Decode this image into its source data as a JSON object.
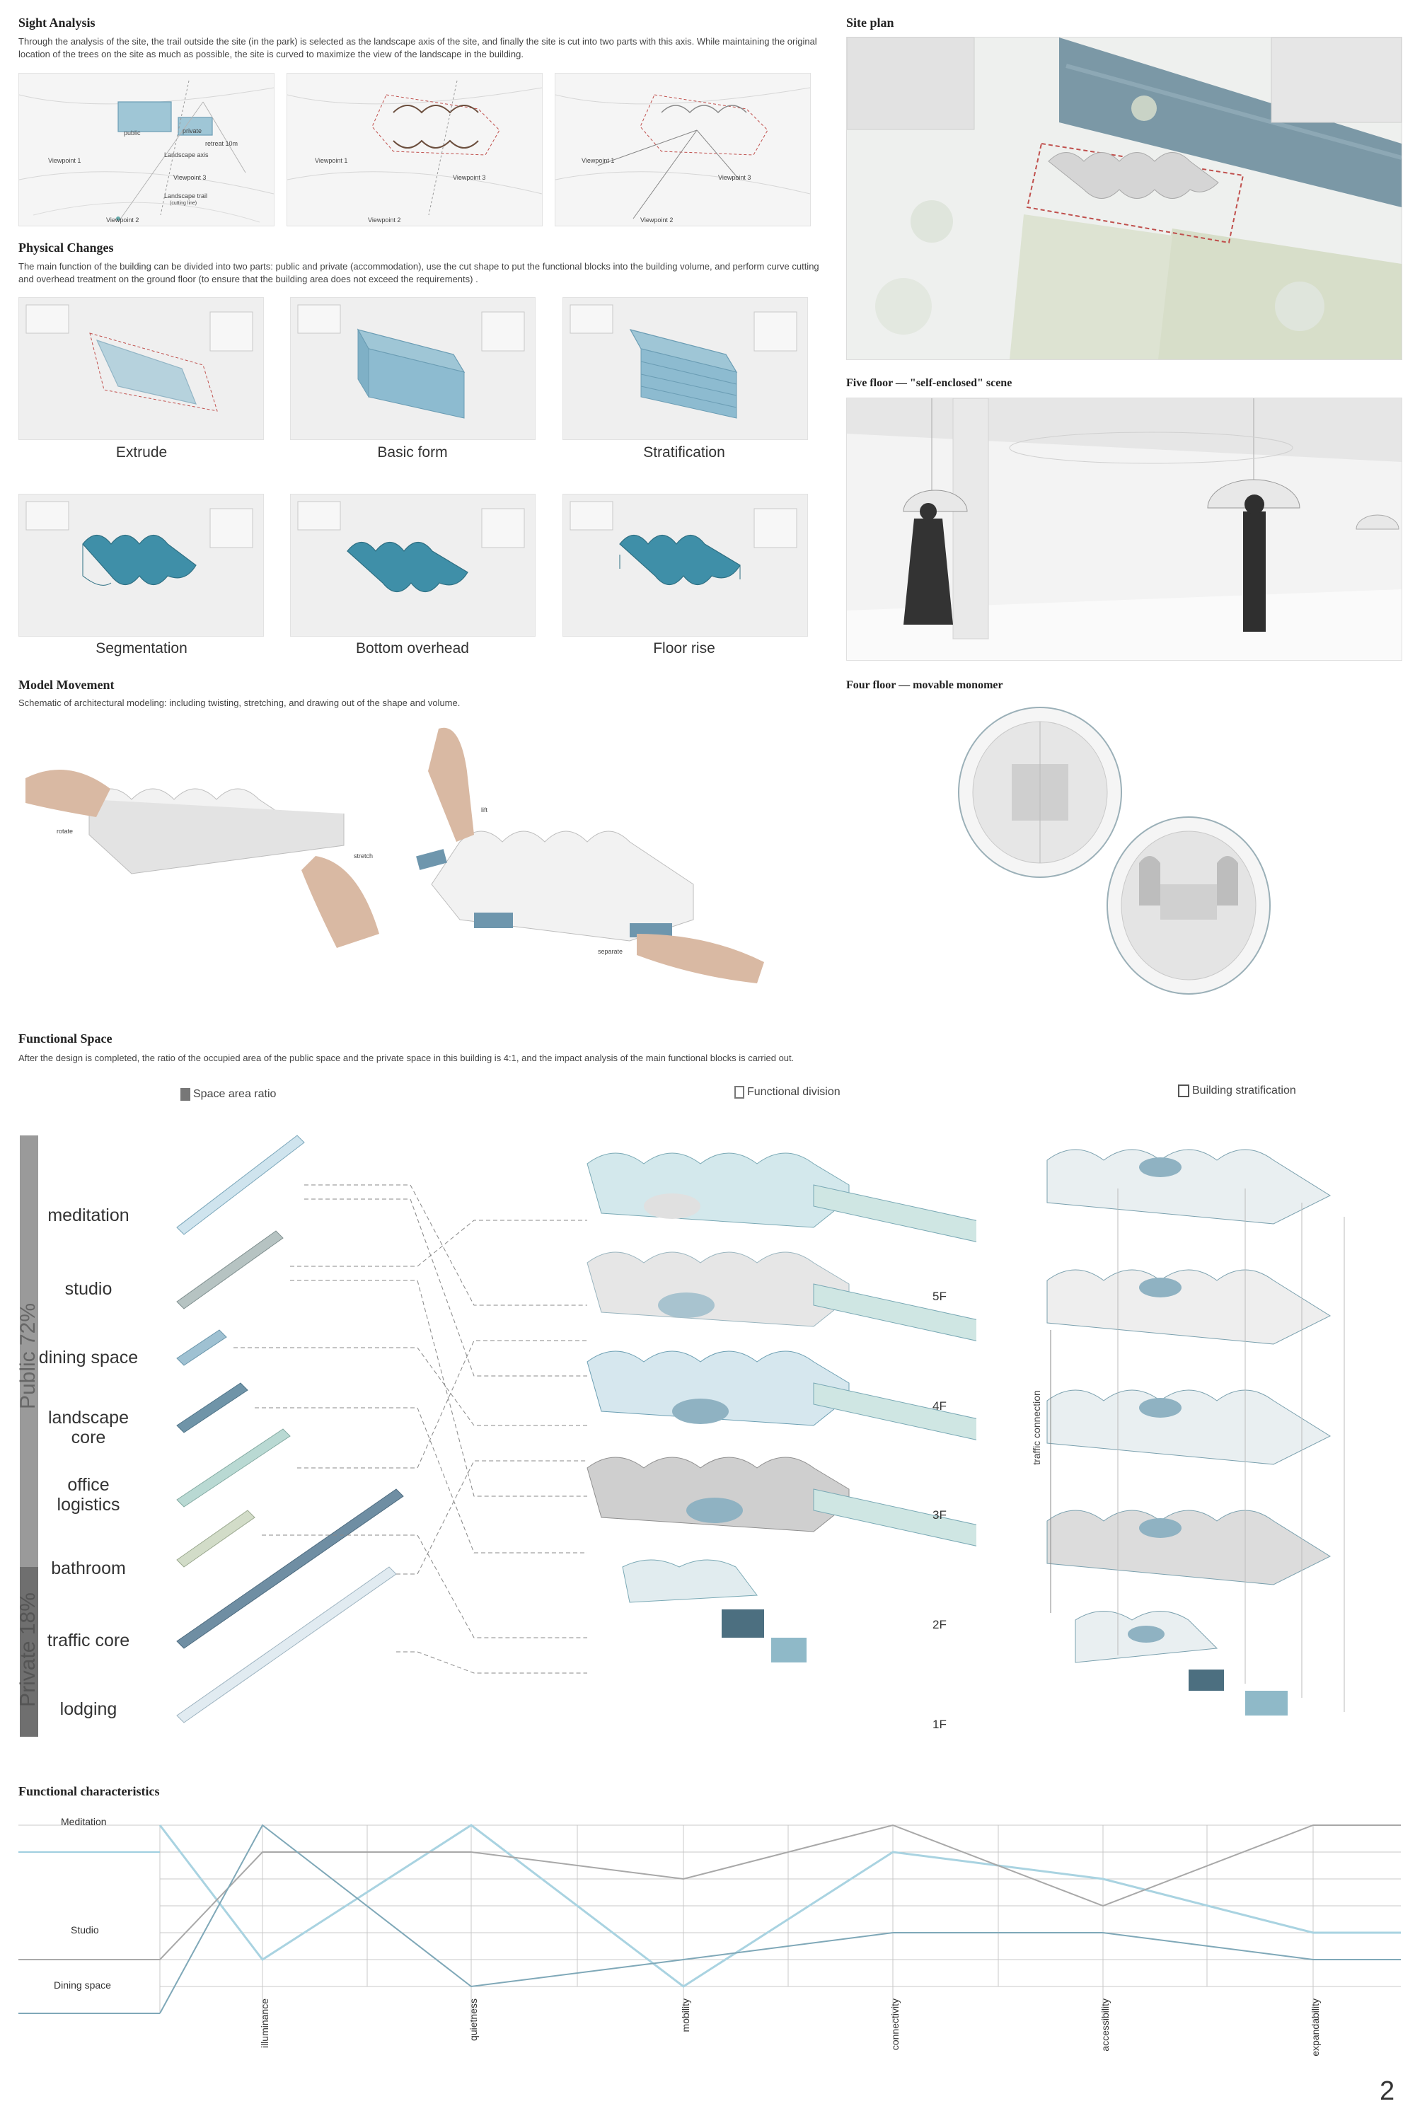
{
  "sight": {
    "title": "Sight Analysis",
    "desc": "Through the analysis of the site, the trail outside the site (in the park) is selected as the landscape axis of the site, and finally the site is cut into two parts with this axis. While maintaining the original location of the trees on the site as much as possible, the site is curved to maximize the view of the landscape in the building.",
    "labels": {
      "public": "public",
      "private": "private",
      "retreat": "retreat 10m",
      "axis": "Landscape axis",
      "trail": "Landscape trail",
      "trail_sub": "(cutting line)",
      "vp1": "Viewpoint 1",
      "vp2": "Viewpoint 2",
      "vp3": "Viewpoint 3"
    }
  },
  "physical": {
    "title": "Physical Changes",
    "desc": "The main function of the building can be divided into two parts: public and private (accommodation), use the cut shape to put the functional blocks into the building volume, and perform curve cutting and overhead treatment on the ground floor (to ensure that the building area does not exceed the requirements) .",
    "steps": [
      "Extrude",
      "Basic form",
      "Stratification",
      "Segmentation",
      "Bottom overhead",
      "Floor rise"
    ]
  },
  "model": {
    "title": "Model Movement",
    "desc": "Schematic of architectural modeling: including twisting, stretching, and drawing out of the shape and volume.",
    "labels": {
      "rotate": "rotate",
      "stretch": "stretch",
      "lift": "lift",
      "separate": "separate"
    }
  },
  "site_plan": {
    "title": "Site plan"
  },
  "five_floor": {
    "title": "Five floor — \"self-enclosed\" scene"
  },
  "four_floor": {
    "title": "Four floor — movable monomer"
  },
  "functional": {
    "title": "Functional Space",
    "desc": "After the design is completed, the ratio of the occupied area of the public space and the private space in this building is 4:1, and the impact analysis of the main functional blocks is carried out.",
    "legend_ratio": "Space area ratio",
    "legend_division": "Functional division",
    "legend_strat": "Building stratification",
    "public_label": "Public  72%",
    "private_label": "Private  18%",
    "items": [
      "meditation",
      "studio",
      "dining space",
      "landscape core",
      "office logistics",
      "bathroom",
      "traffic core",
      "lodging"
    ],
    "floors": [
      "5F",
      "4F",
      "3F",
      "2F",
      "1F"
    ],
    "traffic": "traffic connection"
  },
  "characteristics": {
    "title": "Functional characteristics",
    "rows": [
      "Meditation",
      "Studio",
      "Dining space"
    ],
    "axes": [
      "illuminance",
      "quietness",
      "mobility",
      "connectivity",
      "accessibility",
      "expandability"
    ]
  },
  "page_number": "2"
}
